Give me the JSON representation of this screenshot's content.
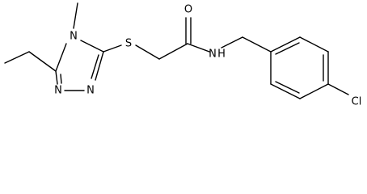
{
  "structure": {
    "atoms": {
      "S": "S",
      "O": "O",
      "NH": "N",
      "H": "H",
      "N_ring_methyl": "N",
      "N_ring_1": "N",
      "N_ring_2": "N",
      "Cl": "Cl"
    }
  },
  "colors": {
    "bond": "#000000",
    "label": "#000000",
    "background": "#ffffff"
  }
}
